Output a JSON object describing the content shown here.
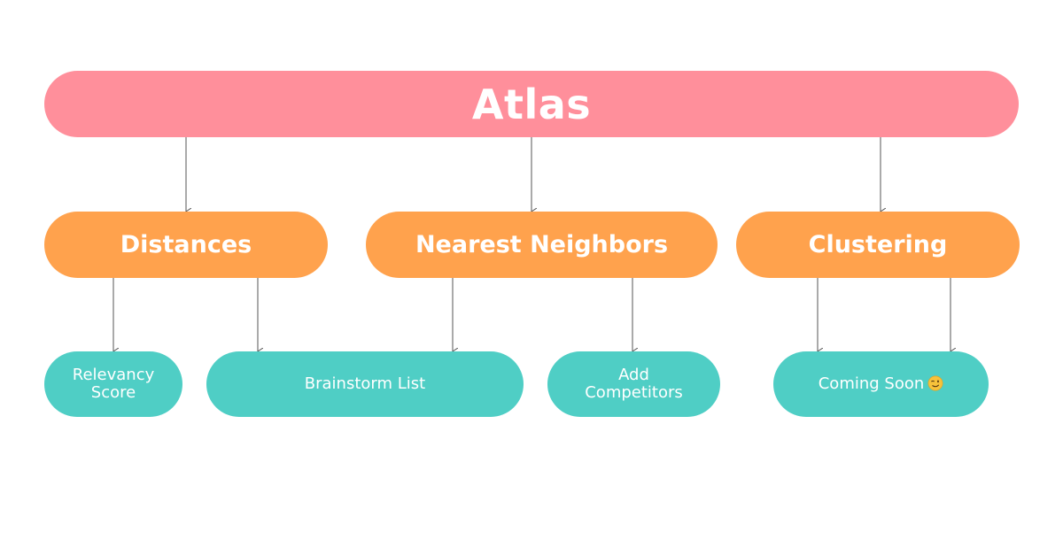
{
  "diagram": {
    "root": {
      "label": "Atlas"
    },
    "categories": [
      {
        "label": "Distances"
      },
      {
        "label": "Nearest Neighbors"
      },
      {
        "label": "Clustering"
      }
    ],
    "features": [
      {
        "lines": [
          "Relevancy",
          "Score"
        ]
      },
      {
        "lines": [
          "Brainstorm List"
        ]
      },
      {
        "lines": [
          "Add",
          "Competitors"
        ]
      },
      {
        "lines": [
          "Coming Soon"
        ],
        "icon": "wink-emoji-icon"
      }
    ]
  },
  "colors": {
    "root": "#ff8f9b",
    "category": "#ffa24d",
    "feature": "#4fcec5",
    "text": "#ffffff",
    "connector": "#555555"
  }
}
